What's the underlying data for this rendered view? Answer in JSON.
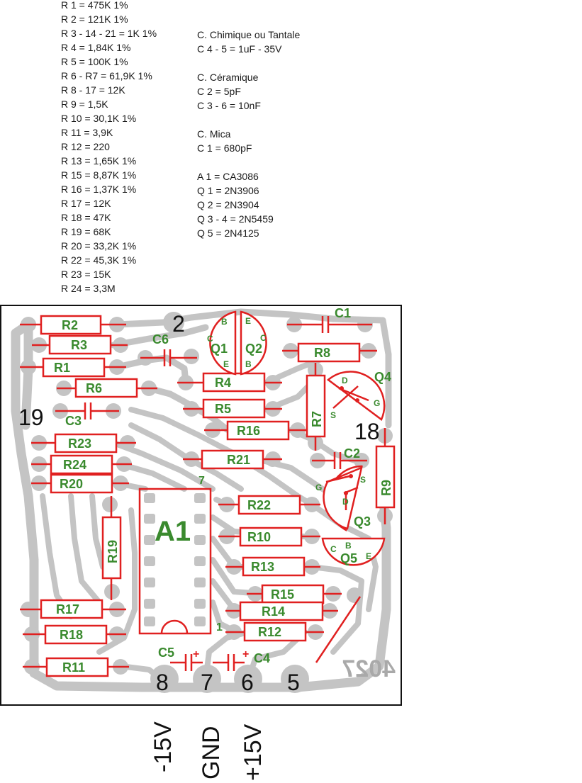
{
  "bom_resistors": [
    "R 1 = 475K  1%",
    "R 2 = 121K  1%",
    "R 3 - 14 - 21 = 1K  1%",
    "R 4 = 1,84K  1%",
    "R 5 = 100K  1%",
    "R 6 - R7 = 61,9K  1%",
    "R 8 - 17 = 12K",
    "R 9 = 1,5K",
    "R 10 = 30,1K  1%",
    "R 11 = 3,9K",
    "R 12 = 220",
    "R 13 = 1,65K  1%",
    "R 15 = 8,87K  1%",
    "R 16 = 1,37K  1%",
    "R 17 = 12K",
    "R 18 = 47K",
    "R 19 = 68K",
    "R 20 = 33,2K  1%",
    "R 22 = 45,3K  1%",
    "R 23 = 15K",
    "R 24 = 3,3M"
  ],
  "bom_caps": [
    "C. Chimique ou Tantale",
    "C 4 - 5 = 1uF - 35V",
    "",
    "C. Céramique",
    "C 2 = 5pF",
    "C 3 - 6  = 10nF",
    "",
    "C. Mica",
    "C 1 = 680pF",
    "",
    "A 1  = CA3086",
    "Q 1  = 2N3906",
    "Q 2  = 2N3904",
    "Q 3 - 4 = 2N5459",
    "Q 5 = 2N4125"
  ],
  "components": {
    "R2": "R2",
    "R3": "R3",
    "R1": "R1",
    "R6": "R6",
    "R4": "R4",
    "R5": "R5",
    "R16": "R16",
    "R8": "R8",
    "R7": "R7",
    "R9": "R9",
    "R23": "R23",
    "R24": "R24",
    "R20": "R20",
    "R21": "R21",
    "R22": "R22",
    "R10": "R10",
    "R13": "R13",
    "R15": "R15",
    "R14": "R14",
    "R12": "R12",
    "R19": "R19",
    "R17": "R17",
    "R18": "R18",
    "R11": "R11",
    "C1": "C1",
    "C2": "C2",
    "C3": "C3",
    "C4": "C4",
    "C5": "C5",
    "C6": "C6",
    "Q1": "Q1",
    "Q2": "Q2",
    "Q3": "Q3",
    "Q4": "Q4",
    "Q5": "Q5",
    "A1": "A1"
  },
  "pin_letters": {
    "q1_b": "B",
    "q1_c": "C",
    "q1_e": "E",
    "q2_e": "E",
    "q2_c": "C",
    "q2_b": "B",
    "q4_d": "D",
    "q4_s": "S",
    "q4_g": "G",
    "q3_g": "G",
    "q3_s": "S",
    "q3_d": "D",
    "q5_c": "C",
    "q5_b": "B",
    "q5_e": "E"
  },
  "connection_numbers": {
    "p2": "2",
    "p19": "19",
    "p18": "18",
    "p8": "8",
    "p7": "7",
    "p6": "6",
    "p5": "5"
  },
  "ic_pin7": "7",
  "ic_pin1": "1",
  "plus_c5": "+",
  "plus_c4": "+",
  "board_number": "4027",
  "rails": {
    "neg": "-15V",
    "gnd": "GND",
    "pos": "+15V"
  },
  "colors": {
    "copper": "#c4c4c4",
    "silkscreen": "#e02020",
    "labels": "#3a8a2e"
  }
}
